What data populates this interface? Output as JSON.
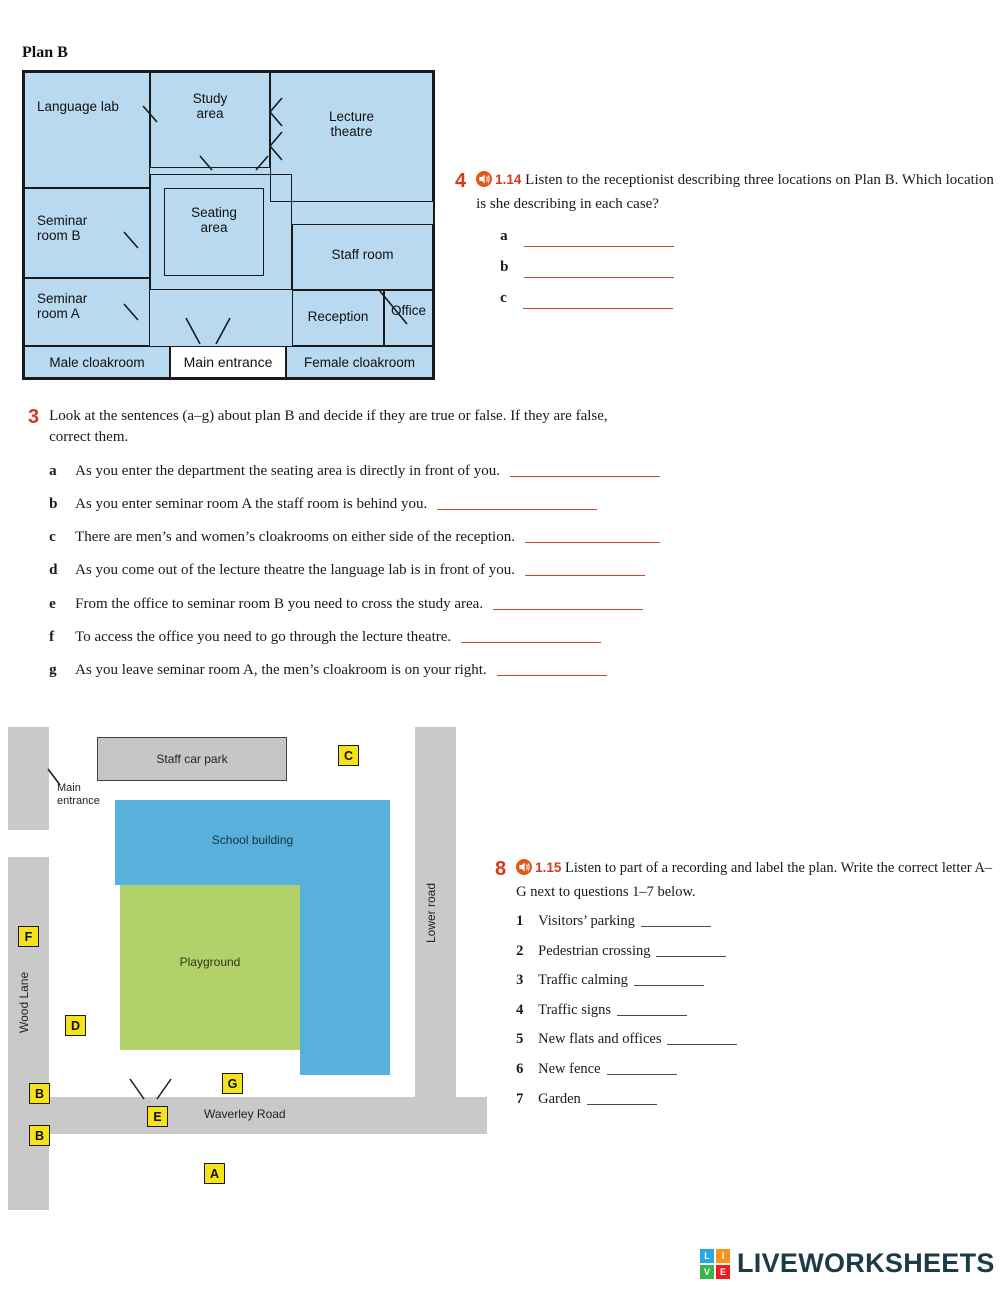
{
  "plan_b": {
    "heading": "Plan B",
    "rooms": {
      "language_lab": "Language lab",
      "study_area": "Study area",
      "lecture_theatre": "Lecture theatre",
      "seminar_room_b": "Seminar room B",
      "seating_area": "Seating area",
      "staff_room": "Staff room",
      "seminar_room_a": "Seminar room A",
      "reception": "Reception",
      "office": "Office",
      "male_cloakroom": "Male cloakroom",
      "main_entrance": "Main entrance",
      "female_cloakroom": "Female cloakroom"
    }
  },
  "exercise4": {
    "number": "4",
    "audio_ref": "1.14",
    "instructions": "Listen to the receptionist describing three locations on Plan B. Which location is she describing in each case?",
    "items": [
      {
        "letter": "a"
      },
      {
        "letter": "b"
      },
      {
        "letter": "c"
      }
    ]
  },
  "exercise3": {
    "number": "3",
    "instructions": "Look at the sentences (a–g) about plan B and decide if they are true or false. If they are false, correct them.",
    "items": [
      {
        "letter": "a",
        "text": "As you enter the department the seating area is directly in front of you."
      },
      {
        "letter": "b",
        "text": "As you enter seminar room A the staff room is behind you."
      },
      {
        "letter": "c",
        "text": "There are men’s and women’s cloakrooms on either side of the reception."
      },
      {
        "letter": "d",
        "text": "As you come out of the lecture theatre the language lab is in front of you."
      },
      {
        "letter": "e",
        "text": "From the office to seminar room B you need to cross the study area."
      },
      {
        "letter": "f",
        "text": "To access the office you need to go through the lecture theatre."
      },
      {
        "letter": "g",
        "text": "As you leave seminar room A, the men’s cloakroom is on your right."
      }
    ]
  },
  "map": {
    "labels": {
      "staff_car_park": "Staff car park",
      "main_entrance": "Main entrance",
      "school_building": "School building",
      "playground": "Playground",
      "wood_lane": "Wood Lane",
      "lower_road": "Lower road",
      "waverley_road": "Waverley Road"
    },
    "markers": [
      {
        "letter": "C"
      },
      {
        "letter": "F"
      },
      {
        "letter": "D"
      },
      {
        "letter": "B"
      },
      {
        "letter": "E"
      },
      {
        "letter": "B"
      },
      {
        "letter": "G"
      },
      {
        "letter": "A"
      }
    ]
  },
  "exercise8": {
    "number": "8",
    "audio_ref": "1.15",
    "instructions": "Listen to part of a recording and label the plan. Write the correct letter A–G next to questions 1–7 below.",
    "items": [
      {
        "num": "1",
        "text": "Visitors’ parking"
      },
      {
        "num": "2",
        "text": "Pedestrian crossing"
      },
      {
        "num": "3",
        "text": "Traffic calming"
      },
      {
        "num": "4",
        "text": "Traffic signs"
      },
      {
        "num": "5",
        "text": "New flats and offices"
      },
      {
        "num": "6",
        "text": "New fence"
      },
      {
        "num": "7",
        "text": "Garden"
      }
    ]
  },
  "footer": {
    "brand": "LIVEWORKSHEETS",
    "logo_letters": [
      "L",
      "I",
      "V",
      "E"
    ]
  },
  "colors": {
    "accent_red": "#d2391f",
    "plan_fill": "#b9d9f1",
    "building_blue": "#58b0dd",
    "playground_green": "#b3d16b",
    "marker_yellow": "#f5e21b",
    "road_gray": "#c9c9c9"
  }
}
